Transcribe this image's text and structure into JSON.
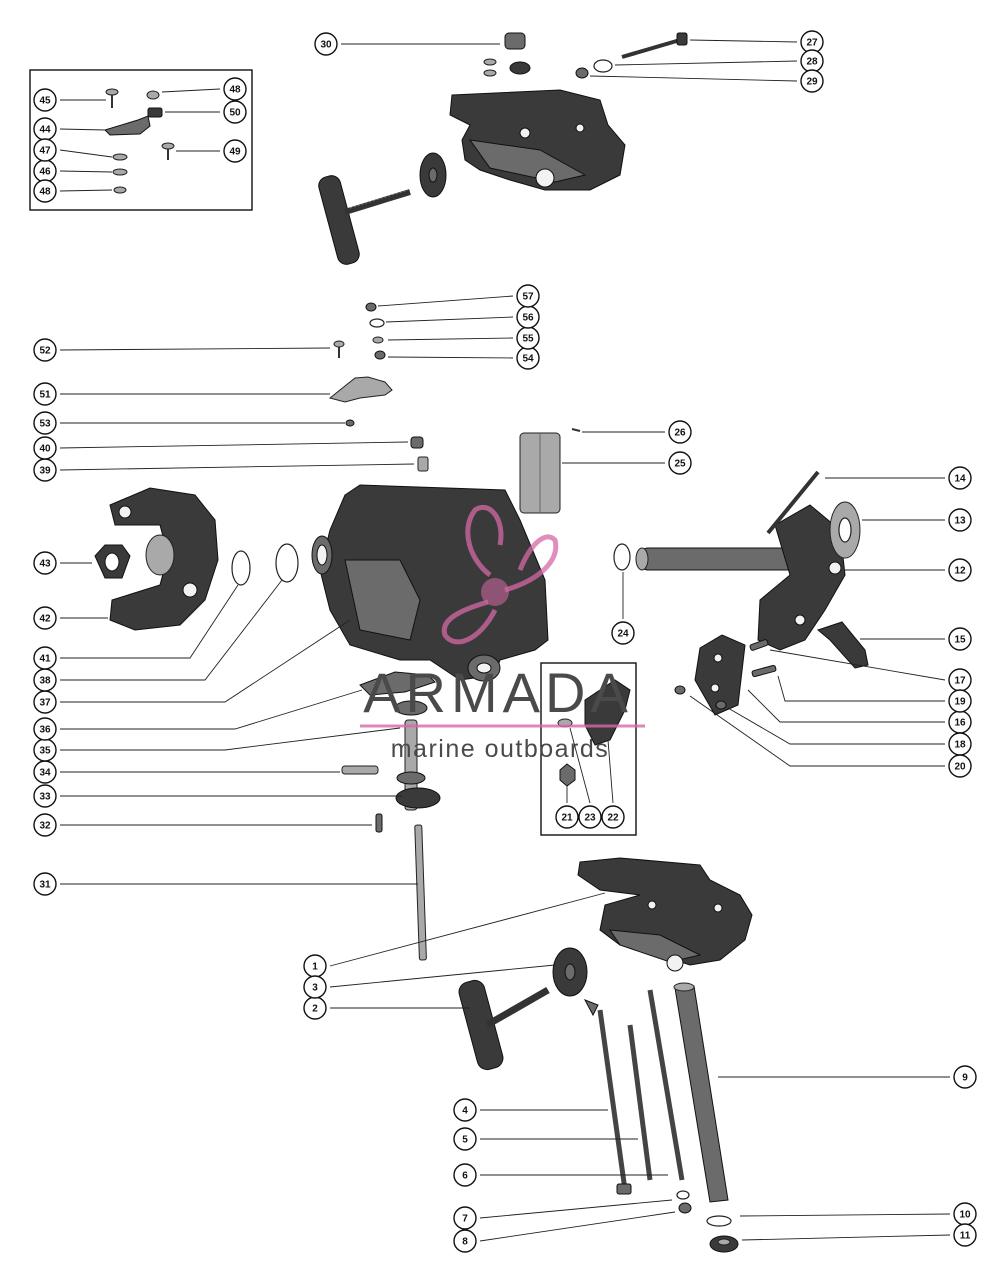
{
  "watermark": {
    "brand": "ARMADA",
    "tagline": "marine outboards",
    "brand_color": "#d66aa6"
  },
  "callouts": [
    "1",
    "2",
    "3",
    "4",
    "5",
    "6",
    "7",
    "8",
    "9",
    "10",
    "11",
    "12",
    "13",
    "14",
    "15",
    "16",
    "17",
    "18",
    "19",
    "20",
    "21",
    "22",
    "23",
    "24",
    "25",
    "26",
    "27",
    "28",
    "29",
    "30",
    "31",
    "32",
    "33",
    "34",
    "35",
    "36",
    "37",
    "38",
    "39",
    "40",
    "41",
    "42",
    "43",
    "44",
    "45",
    "46",
    "47",
    "48",
    "49",
    "50",
    "51",
    "52",
    "53",
    "54",
    "55",
    "56",
    "57"
  ]
}
